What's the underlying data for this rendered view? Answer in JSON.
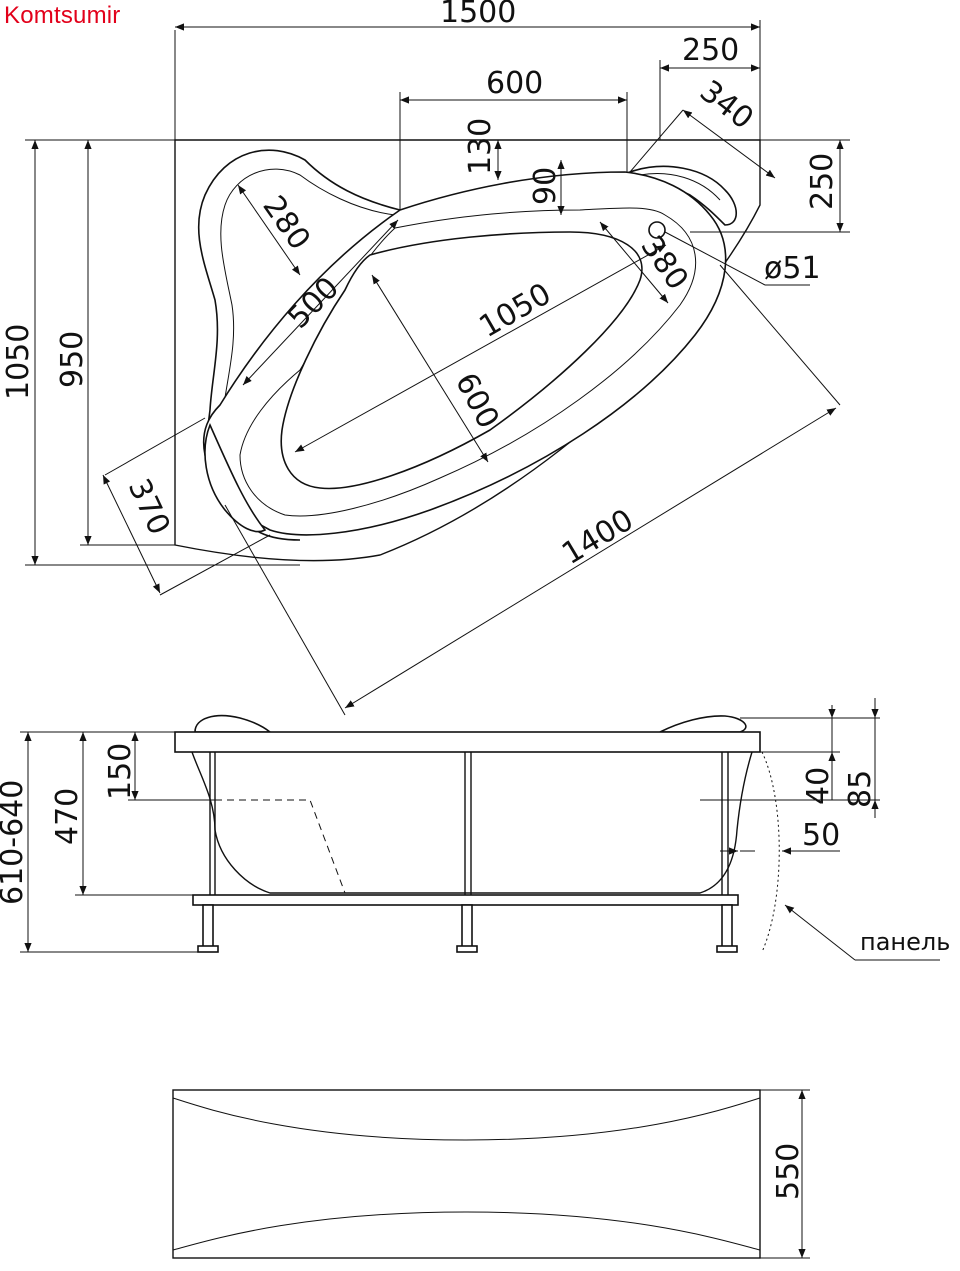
{
  "brand": "Komtsumir",
  "top_view": {
    "dimensions": [
      "1500",
      "250",
      "600",
      "340",
      "130",
      "90",
      "250",
      "ø51",
      "280",
      "380",
      "500",
      "1050",
      "600",
      "1400",
      "370",
      "1050",
      "950"
    ]
  },
  "side_view": {
    "dimensions": [
      "610-640",
      "470",
      "150",
      "40",
      "85",
      "50"
    ],
    "panel_label": "панель"
  },
  "panel_view": {
    "dimensions": [
      "550"
    ]
  }
}
